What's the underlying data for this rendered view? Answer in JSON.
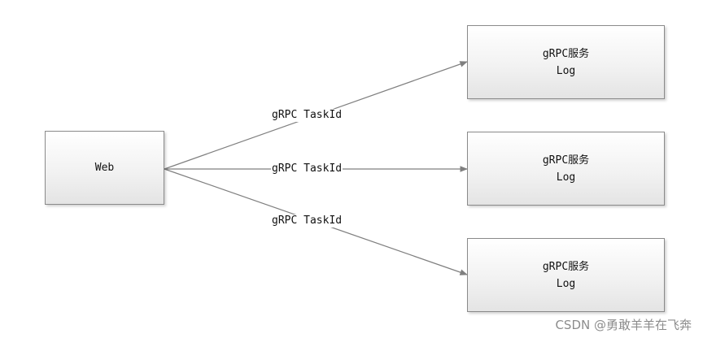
{
  "nodes": {
    "web": {
      "label": "Web"
    },
    "services": [
      {
        "line1": "gRPC服务",
        "line2": "Log"
      },
      {
        "line1": "gRPC服务",
        "line2": "Log"
      },
      {
        "line1": "gRPC服务",
        "line2": "Log"
      }
    ]
  },
  "edges": [
    {
      "label": "gRPC TaskId"
    },
    {
      "label": "gRPC TaskId"
    },
    {
      "label": "gRPC TaskId"
    }
  ],
  "watermark": "CSDN @勇敢羊羊在飞奔",
  "colors": {
    "arrow": "#7f7f7f",
    "box_border": "#8a8a8a",
    "watermark": "#8c8c8c"
  }
}
